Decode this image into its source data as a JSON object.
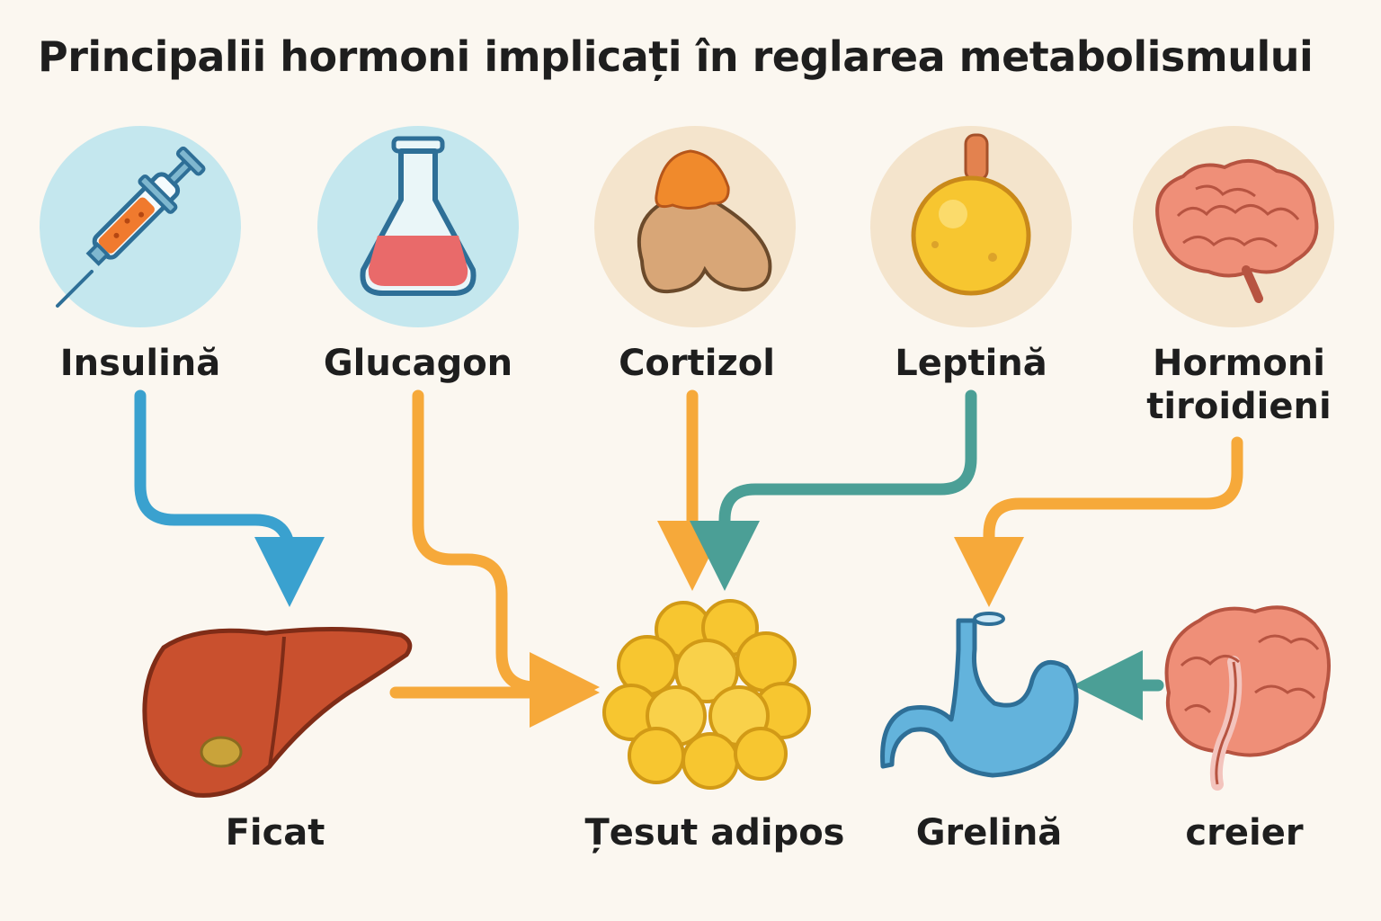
{
  "title": "Principalii hormoni implicați în reglarea metabolismului",
  "hormones": [
    {
      "label": "Insulină",
      "icon": "syringe-icon"
    },
    {
      "label": "Glucagon",
      "icon": "flask-icon"
    },
    {
      "label": "Cortizol",
      "icon": "adrenal-gland-icon"
    },
    {
      "label": "Leptină",
      "icon": "fat-cell-icon"
    },
    {
      "label": "Hormoni tiroidieni",
      "icon": "brain-icon"
    }
  ],
  "targets": [
    {
      "label": "Ficat",
      "icon": "liver-icon"
    },
    {
      "label": "Țesut adipos",
      "icon": "adipose-tissue-icon"
    },
    {
      "label": "Grelină",
      "icon": "stomach-icon"
    },
    {
      "label": "creier",
      "icon": "brain-icon"
    }
  ],
  "colors": {
    "background": "#fbf7f0",
    "blue_arrow": "#3aa1cf",
    "orange_arrow": "#f6a93a",
    "teal_arrow": "#4b9f96",
    "circle_blue": "#c4e7ee",
    "circle_beige": "#f4e4cc"
  }
}
